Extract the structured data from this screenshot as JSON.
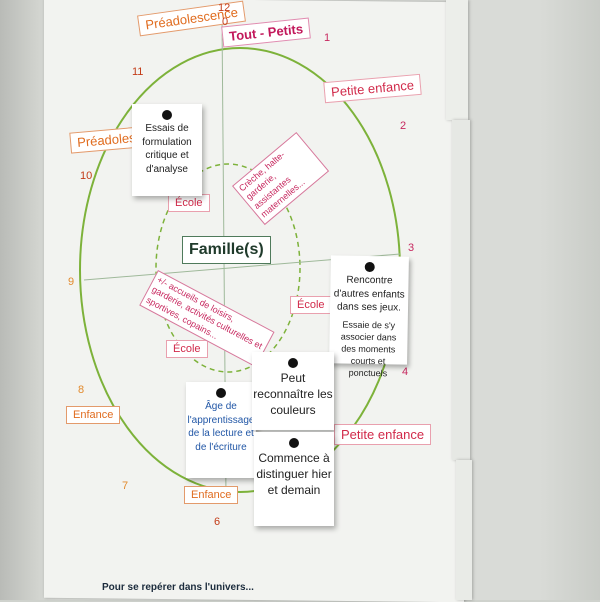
{
  "labels": {
    "preadolescence_top": "Préadolescence",
    "tout_petits": "Tout - Petits",
    "petite_enfance_top": "Petite enfance",
    "preadolescence_left": "Préadolescence",
    "ecole_top": "École",
    "ecole_right": "École",
    "ecole_bottom": "École",
    "enfance_left": "Enfance",
    "enfance_bottom": "Enfance",
    "petite_enfance_bottom": "Petite enfance",
    "famille": "Famille(s)"
  },
  "numbers": {
    "n12": "12",
    "n0": "0",
    "n1": "1",
    "n2": "2",
    "n3": "3",
    "n4": "4",
    "n6": "6",
    "n7": "7",
    "n8": "8",
    "n9": "9",
    "n10": "10",
    "n11": "11"
  },
  "rotated": {
    "creche": "Crèche, halte-garderie, assistantes maternelles...",
    "accueils": "+/- accueils de loisirs, garderie, activités culturelles et sportives, copains..."
  },
  "notes": {
    "essais": "Essais de formulation critique et d'analyse",
    "rencontre": "Rencontre d'autres enfants dans ses jeux.",
    "essaie": "Essaie de s'y associer dans des moments courts et ponctuels",
    "age": "Âge de l'apprentissage de la lecture et de l'écriture",
    "peut": "Peut reconnaître les couleurs",
    "commence": "Commence à distinguer hier et demain"
  },
  "footer": "Pour se repérer dans l'univers..."
}
